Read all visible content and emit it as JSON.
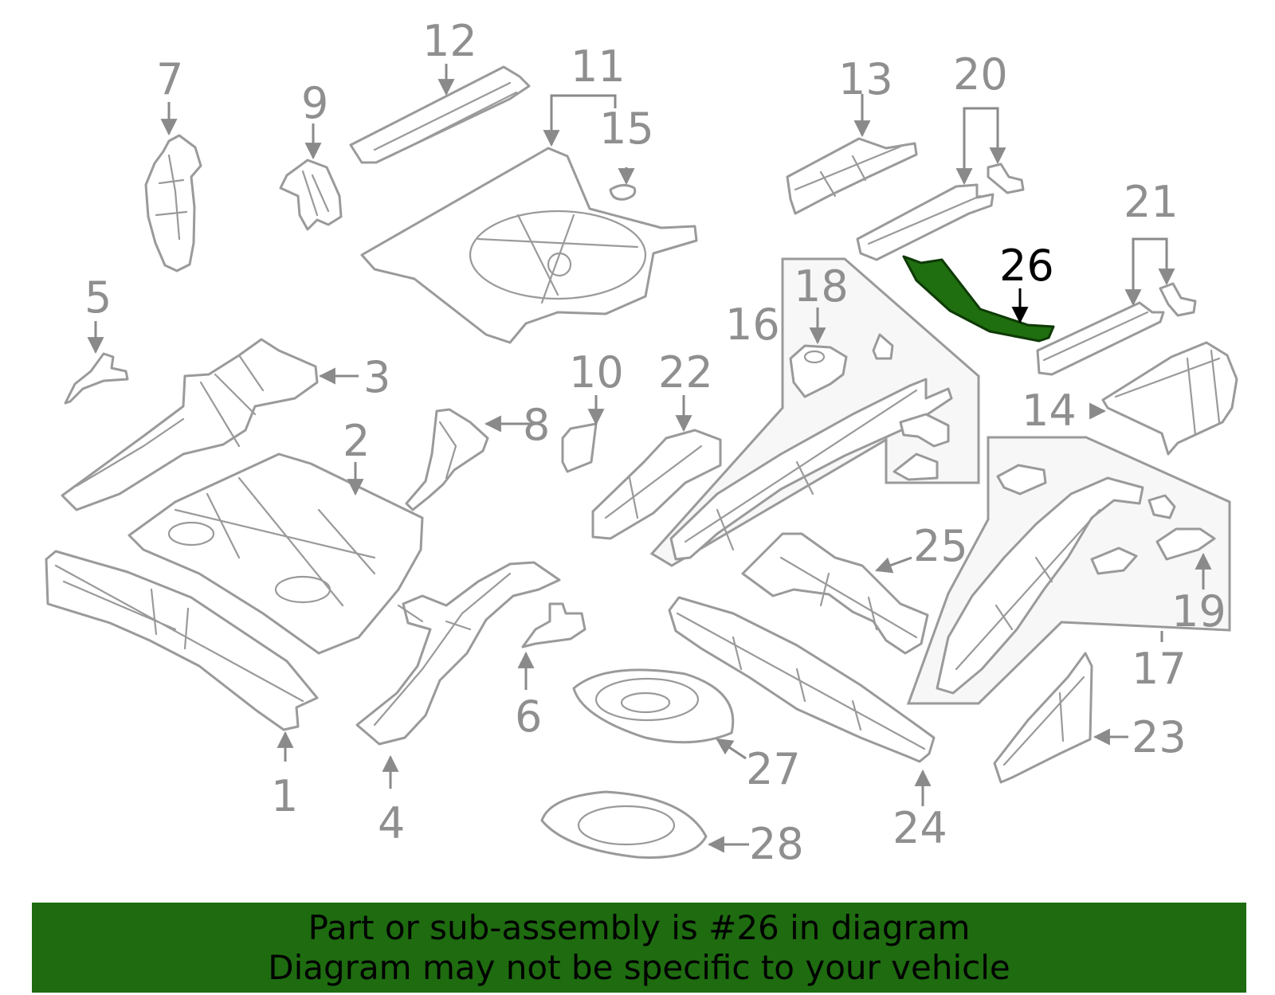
{
  "callouts": {
    "c1": "1",
    "c2": "2",
    "c3": "3",
    "c4": "4",
    "c5": "5",
    "c6": "6",
    "c7": "7",
    "c8": "8",
    "c9": "9",
    "c10": "10",
    "c11": "11",
    "c12": "12",
    "c13": "13",
    "c14": "14",
    "c15": "15",
    "c16": "16",
    "c17": "17",
    "c18": "18",
    "c19": "19",
    "c20": "20",
    "c21": "21",
    "c22": "22",
    "c23": "23",
    "c24": "24",
    "c25": "25",
    "c26": "26",
    "c27": "27",
    "c28": "28"
  },
  "highlight": {
    "part_number": "26",
    "color": "#1e6b10"
  },
  "banner": {
    "line1": "Part or sub-assembly is #26 in diagram",
    "line2": "Diagram may not be specific to your vehicle",
    "background": "#1e6b10"
  }
}
